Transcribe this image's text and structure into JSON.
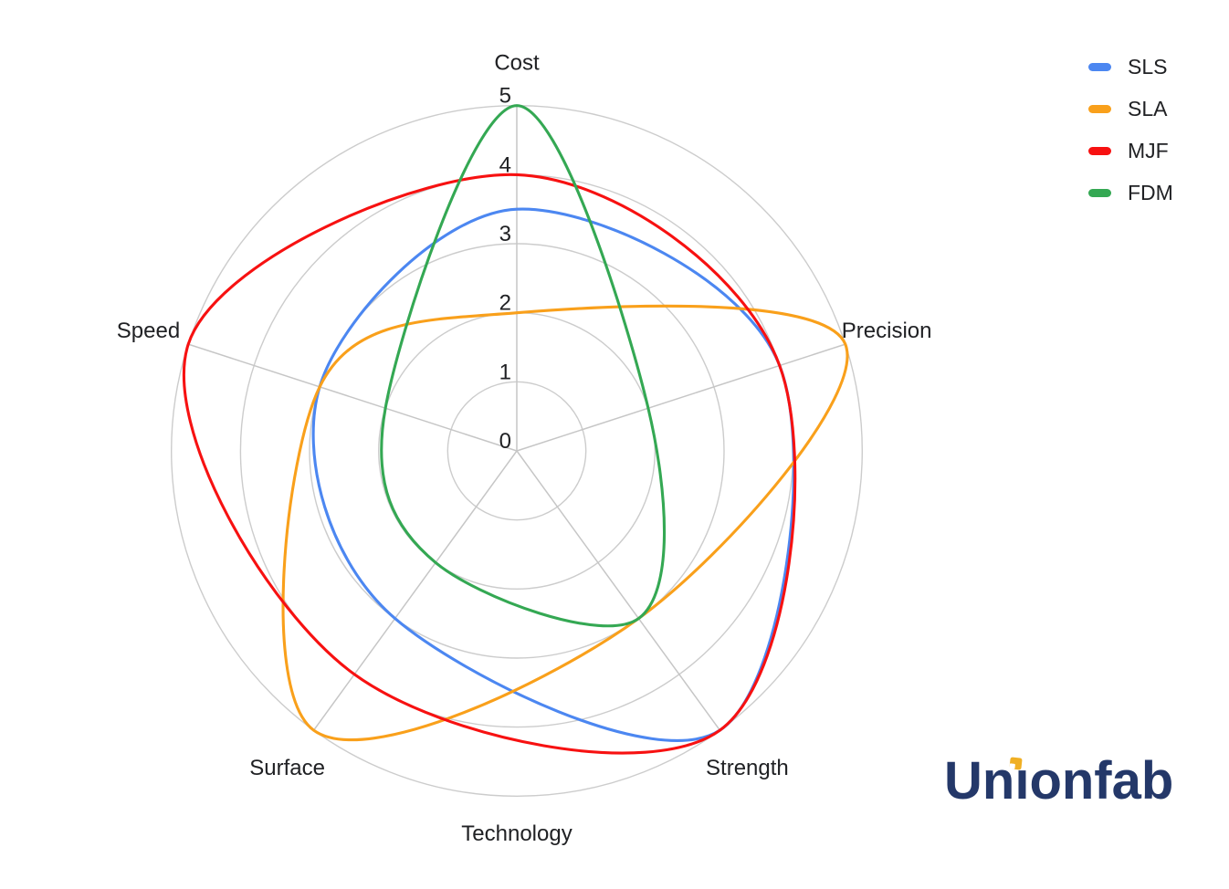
{
  "chart_data": {
    "type": "radar",
    "categories": [
      "Cost",
      "Precision",
      "Strength",
      "Surface",
      "Speed"
    ],
    "caption": "Technology",
    "scale": {
      "min": 0,
      "max": 5,
      "ticks": [
        0,
        1,
        2,
        3,
        4,
        5
      ]
    },
    "grid": {
      "rings": 5,
      "shape": "circle",
      "color": "#cccccc",
      "spoke_color": "#c6c6c6"
    },
    "text_color": "#202124",
    "legend_position": "top-right",
    "series": [
      {
        "name": "SLS",
        "color": "#4c87f1",
        "values": [
          3.5,
          4,
          5,
          3,
          3
        ]
      },
      {
        "name": "SLA",
        "color": "#f9a01b",
        "values": [
          2,
          5,
          3,
          5,
          3
        ]
      },
      {
        "name": "MJF",
        "color": "#f71111",
        "values": [
          4,
          4,
          5,
          4,
          5
        ]
      },
      {
        "name": "FDM",
        "color": "#34a853",
        "values": [
          5,
          2,
          3,
          2,
          2
        ]
      }
    ]
  },
  "branding": {
    "logo_text": "Unionfab",
    "logo_parts": {
      "left": "Un",
      "dotless_i": "ı",
      "right": "onfab"
    },
    "logo_color": "#243869",
    "logo_dot_color": "#f0af23"
  }
}
